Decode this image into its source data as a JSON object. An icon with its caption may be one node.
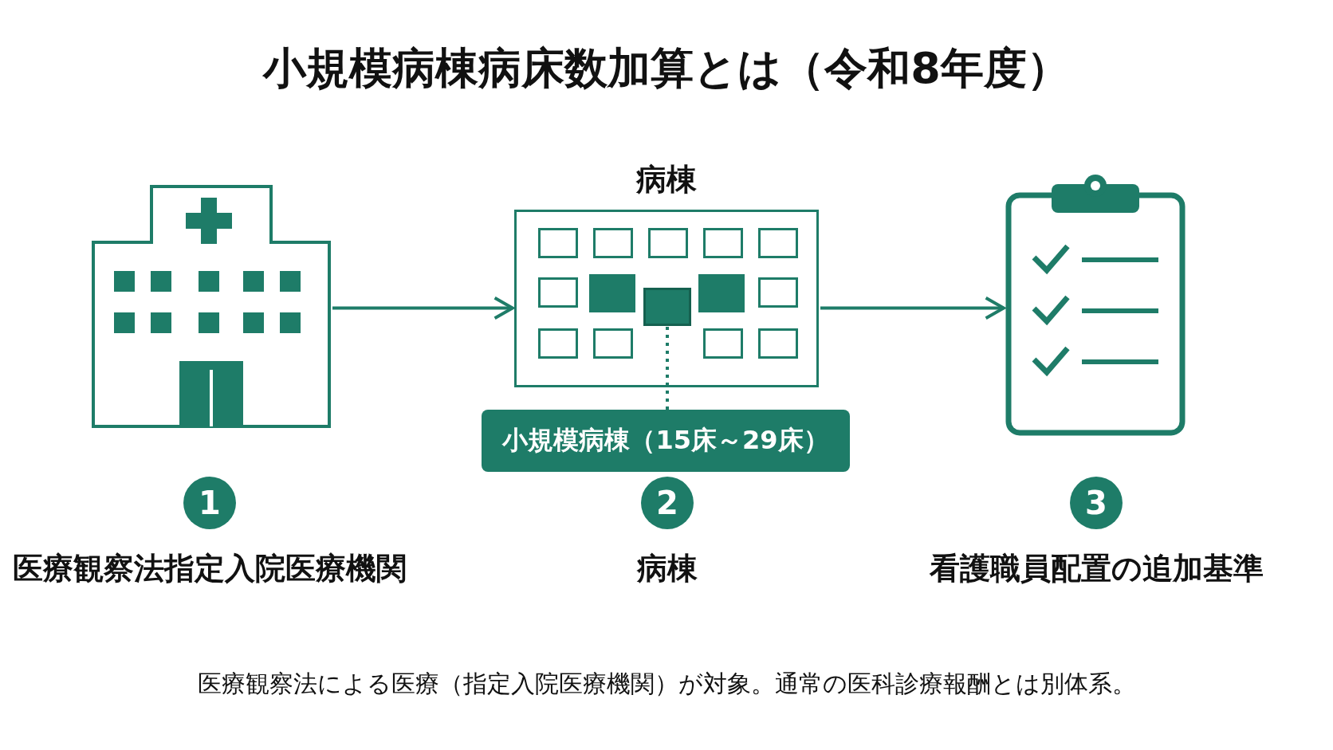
{
  "diagram": {
    "title": "小規模病棟病床数加算とは（令和8年度）",
    "nodes": [
      {
        "text": [],
        "shape": "picture"
      },
      {
        "text": [
          "病棟"
        ]
      },
      {
        "text": [],
        "shape": "box",
        "in": 1
      },
      {
        "text": [
          "小規模病棟（15床～29床）"
        ]
      },
      {
        "text": [],
        "shape": "picture"
      }
    ],
    "edges": [
      {
        "from": 0,
        "to": 1,
        "arrow": "to"
      },
      {
        "from": 1,
        "to": 4,
        "arrow": "to"
      },
      {
        "from": 3,
        "to": 2,
        "arrow": "none",
        "style": "dashed"
      }
    ],
    "labels": [
      "1",
      "2",
      "3",
      "医療観察法指定入院医療機関",
      "病棟",
      "看護職員配置の追加基準"
    ],
    "caption": "医療観察法による医療（指定入院医療機関）が対象。通常の医科診療報酬とは別体系。"
  }
}
